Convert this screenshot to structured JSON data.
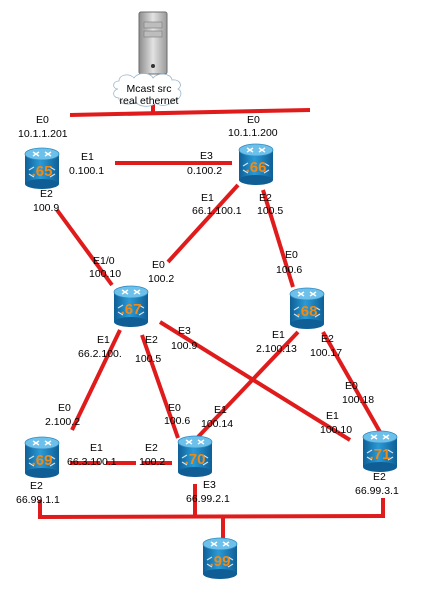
{
  "server": {
    "label_line1": "Mcast src",
    "label_line2": "real ethernet"
  },
  "routers": {
    "r65": ".65",
    "r66": ".66",
    "r67": ".67",
    "r68": ".68",
    "r69": ".69",
    "r70": ".70",
    "r71": ".71",
    "r99": ".99"
  },
  "labels": {
    "r65_e0": "E0",
    "r65_e0_ip": "10.1.1.201",
    "r66_e0": "E0",
    "r66_e0_ip": "10.1.1.200",
    "r65_e1": "E1",
    "r65_e1_ip": "0.100.1",
    "r66_e3": "E3",
    "r66_e3_ip": "0.100.2",
    "r65_e2": "E2",
    "r65_e2_ip": "100.9",
    "r66_e1": "E1",
    "r66_e1_ip": "66.1.100.1",
    "r66_e2": "E2",
    "r66_e2_ip": "100.5",
    "r67_e10": "E1/0",
    "r67_e10_ip": "100.10",
    "r67_e0": "E0",
    "r67_e0_ip": "100.2",
    "r68_e0": "E0",
    "r68_e0_ip": "100.6",
    "r67_e1": "E1",
    "r67_e1_ip": "66.2.100.",
    "r67_e2": "E2",
    "r67_e2_ip": "100.5",
    "r67_e3": "E3",
    "r67_e3_ip": "100.9",
    "r68_e1": "E1",
    "r68_e1_ip": "2.100.13",
    "r68_e2": "E2",
    "r68_e2_ip": "100.17",
    "r71_e0": "E0",
    "r71_e0_ip": "100.18",
    "r69_e0": "E0",
    "r69_e0_ip": "2.100.2",
    "r70_e0": "E0",
    "r70_e0_ip": "100.6",
    "r70_e1": "E1",
    "r70_e1_ip": "100.14",
    "r71_e1": "E1",
    "r71_e1_ip": "100.10",
    "r69_e1": "E1",
    "r69_e1_ip": "66.3.100.1",
    "r70_e2": "E2",
    "r70_e2_ip": "100.2",
    "r69_e2": "E2",
    "r69_e2_ip": "66.99.1.1",
    "r70_e3": "E3",
    "r70_e3_ip": "66.99.2.1",
    "r71_e2": "E2",
    "r71_e2_ip": "66.99.3.1"
  },
  "colors": {
    "link": "#e01b1b",
    "router_body": "#1f87c4",
    "router_top": "#5cb6e6",
    "router_id": "#f08a14"
  }
}
